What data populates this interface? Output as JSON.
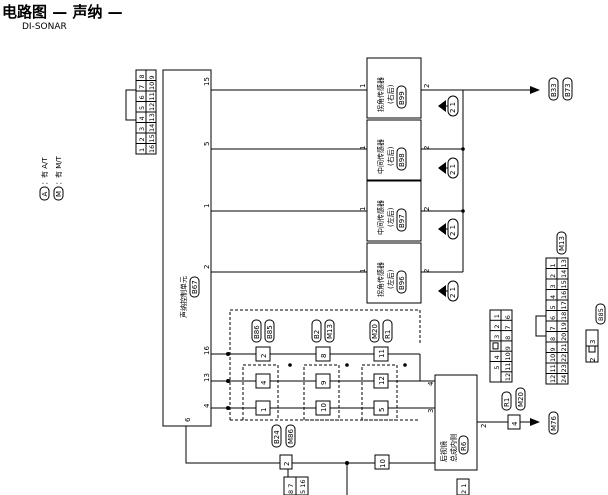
{
  "header": {
    "title": "电路图 — 声纳 —",
    "subtitle": "DI-SONAR"
  },
  "legend": [
    {
      "key": "A",
      "text": "：有 A/T"
    },
    {
      "key": "M",
      "text": "：有 M/T"
    }
  ],
  "control_unit": {
    "name": "声纳控制单元",
    "code": "B67"
  },
  "control_unit_pins": [
    "15",
    "5",
    "1",
    "2",
    "16",
    "13",
    "4",
    "6"
  ],
  "sensors": [
    {
      "name": "拐角传感器",
      "side": "(右后)",
      "code": "B99",
      "pin1": "1",
      "pin2": "2",
      "pill": "2 1"
    },
    {
      "name": "中间传感器",
      "side": "(右后)",
      "code": "B98",
      "pin1": "1",
      "pin2": "2",
      "pill": "2 1"
    },
    {
      "name": "中间传感器",
      "side": "(左后)",
      "code": "B97",
      "pin1": "1",
      "pin2": "2",
      "pill": "2 1"
    },
    {
      "name": "拐角传感器",
      "side": "(左后)",
      "code": "B96",
      "pin1": "1",
      "pin2": "2",
      "pill": "2 1"
    }
  ],
  "ground_refs": [
    "B33",
    "B73"
  ],
  "mirror": {
    "line1": "后视镜",
    "line2": "总成内侧",
    "code": "R6",
    "pins": [
      "4",
      "3",
      "2"
    ]
  },
  "connector_pairs": [
    {
      "codes": [
        "B86",
        "B85"
      ],
      "upper": "2",
      "lower": "4",
      "bottom": "1"
    },
    {
      "codes": [
        "B2",
        "M13"
      ],
      "upper": "8",
      "lower": "9",
      "bottom": "10"
    },
    {
      "codes": [
        "M20",
        "R1"
      ],
      "upper": "11",
      "lower": "12",
      "bottom": "5"
    }
  ],
  "lower_connector": {
    "codes": [
      "B24",
      "M86"
    ],
    "pin": "2"
  },
  "lower_connector_2": {
    "pin": "10"
  },
  "mirror_joint": {
    "codes": [
      "R1",
      "M20"
    ],
    "pin": "4"
  },
  "mirror_ground": "M76",
  "cu_connector": {
    "row1": [
      "8",
      "7",
      "6",
      "5",
      "4",
      "3",
      "2",
      "1"
    ],
    "row2": [
      "9",
      "10",
      "11",
      "12",
      "13",
      "14",
      "15",
      "16"
    ]
  },
  "small_connector": {
    "row1": [
      "1",
      "2",
      "3",
      "",
      "4",
      "5"
    ],
    "row2": [
      "6",
      "7",
      "8",
      "9",
      "10",
      "11",
      "12"
    ]
  },
  "m13_connector": {
    "code": "M13",
    "row1": [
      "1",
      "2",
      "3",
      "4",
      "5",
      "6",
      "7",
      "8",
      "9",
      "10",
      "11",
      "12"
    ],
    "row2": [
      "13",
      "14",
      "15",
      "16",
      "17",
      "18",
      "19",
      "20",
      "21",
      "22",
      "23",
      "24"
    ]
  },
  "b85_connector": {
    "code": "B85",
    "pins": [
      "2",
      "3"
    ]
  },
  "bottom_fragments": [
    "8 7",
    "5 16",
    "2 1"
  ]
}
